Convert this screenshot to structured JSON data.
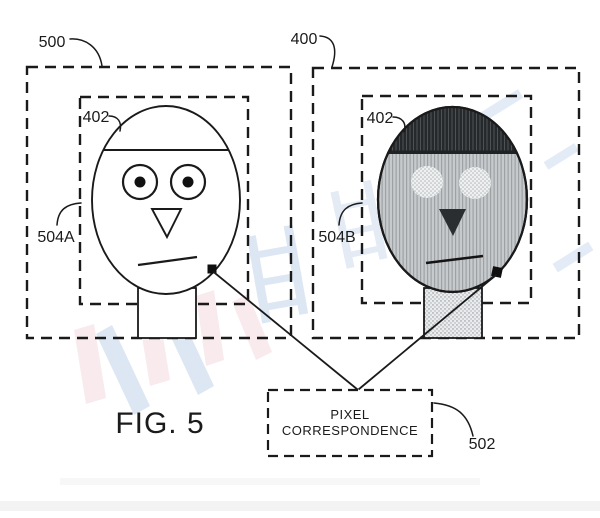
{
  "figure": {
    "caption": "FIG. 5",
    "correspondence_box": {
      "line1": "PIXEL",
      "line2": "CORRESPONDENCE"
    },
    "labels": {
      "left_view": "500",
      "right_view": "400",
      "left_face_region": "402",
      "right_face_region": "402",
      "left_face": "504A",
      "right_face": "504B",
      "correspondence": "502"
    },
    "colors": {
      "background": "#ffffff",
      "line": "#1a1a1a",
      "hair_fill": "#26292b",
      "face_fill": "#c7cacc",
      "watermark_blue": "#c2d3e9",
      "watermark_pink": "#f3d9de"
    }
  }
}
